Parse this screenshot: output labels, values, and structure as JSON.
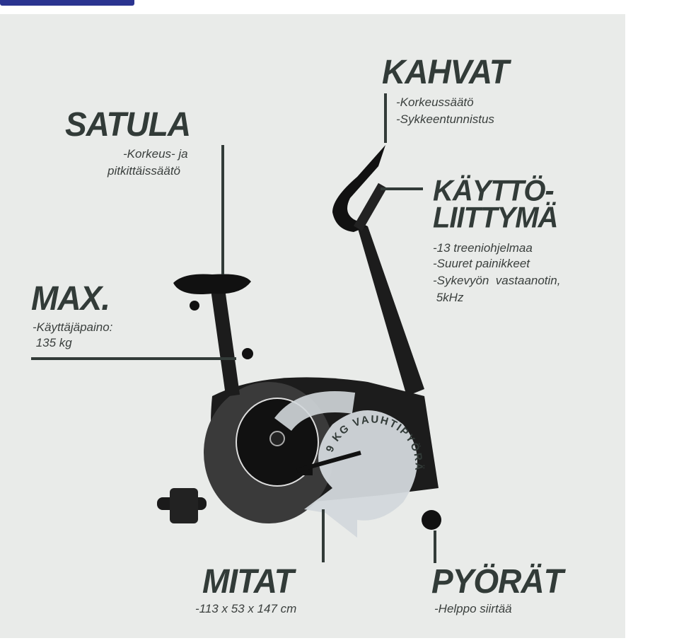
{
  "features": {
    "kahvat": {
      "title": "KAHVAT",
      "lines": [
        "-Korkeussäätö",
        "-Sykkeentunnistus"
      ]
    },
    "satula": {
      "title": "SATULA",
      "lines": [
        "-Korkeus- ja",
        "pitkittäissäätö"
      ]
    },
    "kayttoliittyma": {
      "title1": "KÄYTTÖ-",
      "title2": "LIITTYMÄ",
      "lines": [
        "-13 treeniohjelmaa",
        "-Suuret painikkeet",
        "-Sykevyön  vastaanotin,",
        " 5kHz"
      ]
    },
    "max": {
      "title": "MAX.",
      "lines": [
        "-Käyttäjäpaino:",
        " 135 kg"
      ]
    },
    "mitat": {
      "title": "MITAT",
      "lines": [
        "-113 x 53 x 147 cm"
      ]
    },
    "pyorat": {
      "title": "PYÖRÄT",
      "lines": [
        "-Helppo siirtää"
      ]
    }
  },
  "flywheel_label": "9 KG VAUHTIPYÖRÄ",
  "colors": {
    "panel": "#e9ebe9",
    "text": "#323b38",
    "accent": "#2b3490"
  }
}
